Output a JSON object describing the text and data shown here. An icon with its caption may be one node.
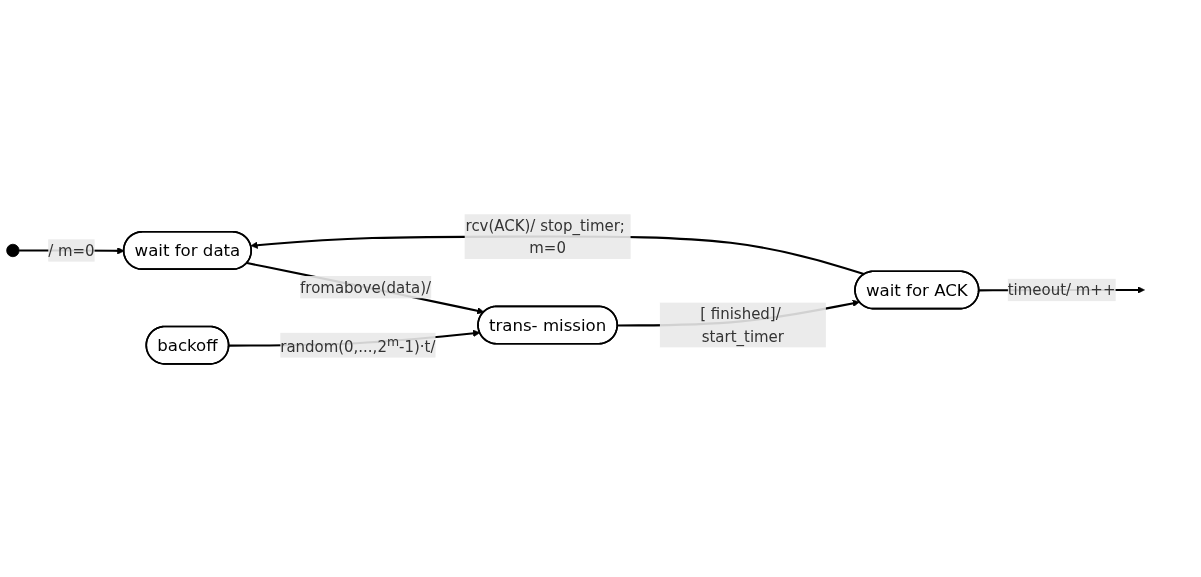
{
  "diagram": {
    "nodes": [
      {
        "text": [],
        "shape": "circle"
      },
      {
        "text": [
          "wait for data"
        ]
      },
      {
        "text": [
          "trans- mission"
        ]
      },
      {
        "text": [
          "wait for ACK"
        ]
      },
      {
        "text": [
          "backoff"
        ]
      }
    ],
    "edges": [
      {
        "from": 0,
        "to": 1,
        "arrow": "to",
        "label": "/ m=0"
      },
      {
        "from": 1,
        "to": 2,
        "arrow": "to",
        "label": "fromabove(data)/"
      },
      {
        "from": 2,
        "to": 3,
        "arrow": "to",
        "label": "[ finished]/ start_timer"
      },
      {
        "from": 3,
        "to": null,
        "arrow": "to",
        "label": "timeout/ m++"
      },
      {
        "from": 3,
        "to": 1,
        "arrow": "to",
        "label": "rcv(ACK)/ stop_timer; m=0"
      },
      {
        "from": 4,
        "to": 2,
        "arrow": "to",
        "label": "random(0,...,2$^{m}$-1)·t/"
      }
    ]
  }
}
